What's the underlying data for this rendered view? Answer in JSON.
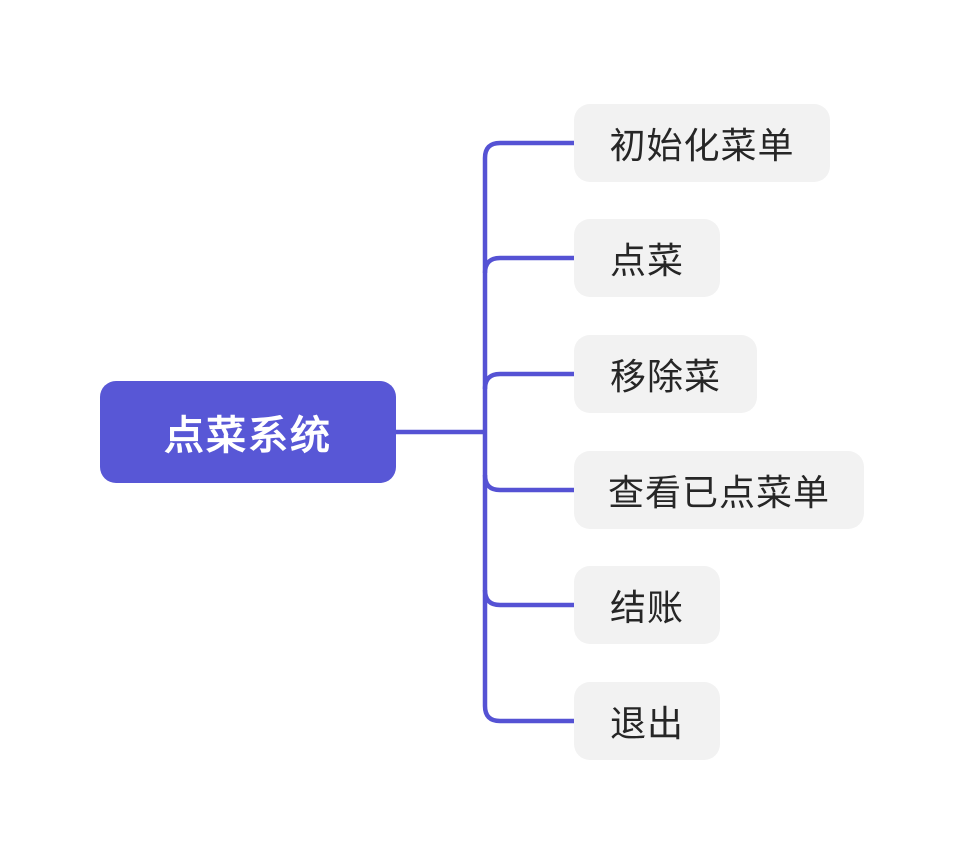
{
  "diagram": {
    "root": {
      "label": "点菜系统"
    },
    "children": [
      {
        "label": "初始化菜单"
      },
      {
        "label": "点菜"
      },
      {
        "label": "移除菜"
      },
      {
        "label": "查看已点菜单"
      },
      {
        "label": "结账"
      },
      {
        "label": "退出"
      }
    ]
  },
  "colors": {
    "accent": "#5857d6",
    "connector": "#5552d4",
    "child_bg": "#f2f2f2",
    "child_text": "#262626",
    "root_text": "#ffffff",
    "canvas_bg": "#ffffff"
  }
}
